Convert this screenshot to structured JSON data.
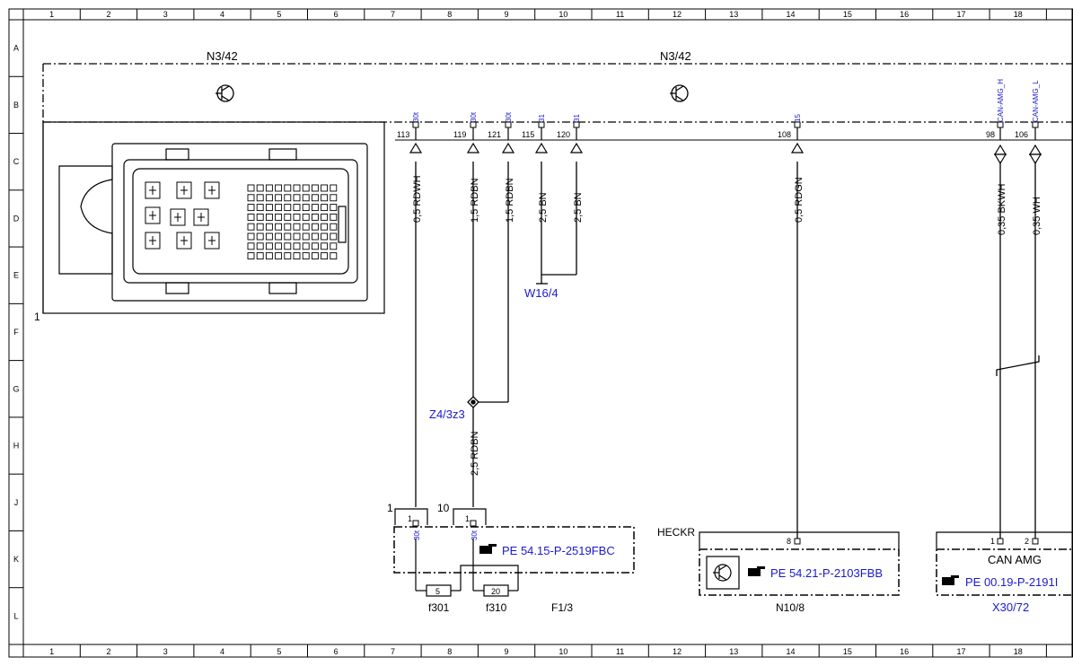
{
  "grid": {
    "columns": [
      "1",
      "2",
      "3",
      "4",
      "5",
      "6",
      "7",
      "8",
      "9",
      "10",
      "11",
      "12",
      "13",
      "14",
      "15",
      "16",
      "17",
      "18"
    ],
    "rows": [
      "A",
      "B",
      "C",
      "D",
      "E",
      "F",
      "G",
      "H",
      "J",
      "K",
      "L"
    ]
  },
  "components": {
    "module_left": "N3/42",
    "module_right": "N3/42",
    "connector_callout": "1",
    "w16": "W16/4",
    "z4": "Z4/3z3",
    "heckr": "HECKR",
    "n10": "N10/8",
    "f13": "F1/3",
    "f301": "f301",
    "f310": "f310",
    "can_amg": "CAN AMG",
    "x30": "X30/72"
  },
  "pins": [
    {
      "num": "113",
      "term": "30t",
      "wire": "0,5 RDWH"
    },
    {
      "num": "119",
      "term": "30t",
      "wire": "1,5 RDBN"
    },
    {
      "num": "121",
      "term": "30t",
      "wire": "1,5 RDBN"
    },
    {
      "num": "115",
      "term": "31",
      "wire": "2,5 BN"
    },
    {
      "num": "120",
      "term": "31",
      "wire": "2,5 BN"
    },
    {
      "num": "108",
      "term": "15",
      "wire": "0,5 RDGN"
    },
    {
      "num": "98",
      "term": "CAN-AMG_H",
      "wire": "0,35 BKWH"
    },
    {
      "num": "106",
      "term": "CAN-AMG_L",
      "wire": "0,35 WH"
    }
  ],
  "z4_wire": "2,5 RDBN",
  "fuse_box": {
    "pin_left": "1",
    "pin_left_inner": "1",
    "pin_left_term": "30t",
    "pin_right": "10",
    "pin_right_inner": "1",
    "pin_right_term": "30t",
    "fuse_f301_rating": "5",
    "fuse_f310_rating": "20",
    "ref": "PE 54.15-P-2519FBC"
  },
  "n10_box": {
    "pin": "8",
    "ref": "PE 54.21-P-2103FBB"
  },
  "x30_box": {
    "pin1": "1",
    "pin2": "2",
    "ref": "PE 00.19-P-2191I"
  }
}
